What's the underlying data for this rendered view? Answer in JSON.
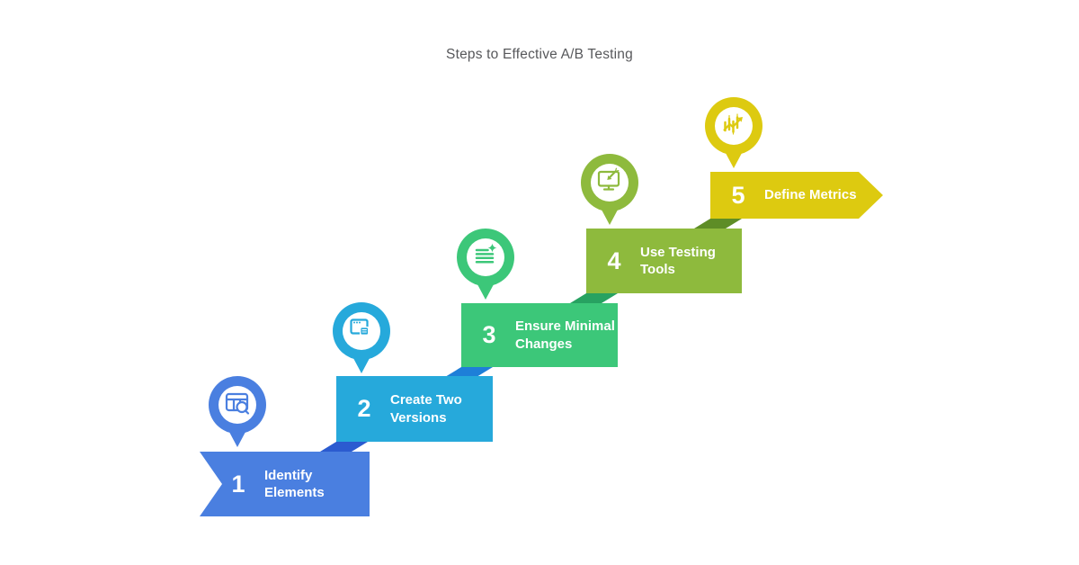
{
  "title": "Steps to Effective A/B Testing",
  "steps": [
    {
      "num": "1",
      "label": "Identify\nElements",
      "color": "#4a7fe0",
      "icon": "table-search-icon"
    },
    {
      "num": "2",
      "label": "Create Two\nVersions",
      "color": "#26a9db",
      "fold_color": "#2b5bd0",
      "icon": "browser-windows-icon"
    },
    {
      "num": "3",
      "label": "Ensure Minimal\nChanges",
      "color": "#3cc779",
      "fold_color": "#1e7fd8",
      "icon": "document-sparkle-icon"
    },
    {
      "num": "4",
      "label": "Use Testing\nTools",
      "color": "#8eba3d",
      "fold_color": "#27a261",
      "icon": "monitor-dart-icon"
    },
    {
      "num": "5",
      "label": "Define Metrics",
      "color": "#ddca10",
      "fold_color": "#5e8d26",
      "icon": "growth-chart-icon"
    }
  ],
  "colors": {
    "background": "#ffffff",
    "title_text": "#57585b",
    "step_text": "#ffffff"
  }
}
